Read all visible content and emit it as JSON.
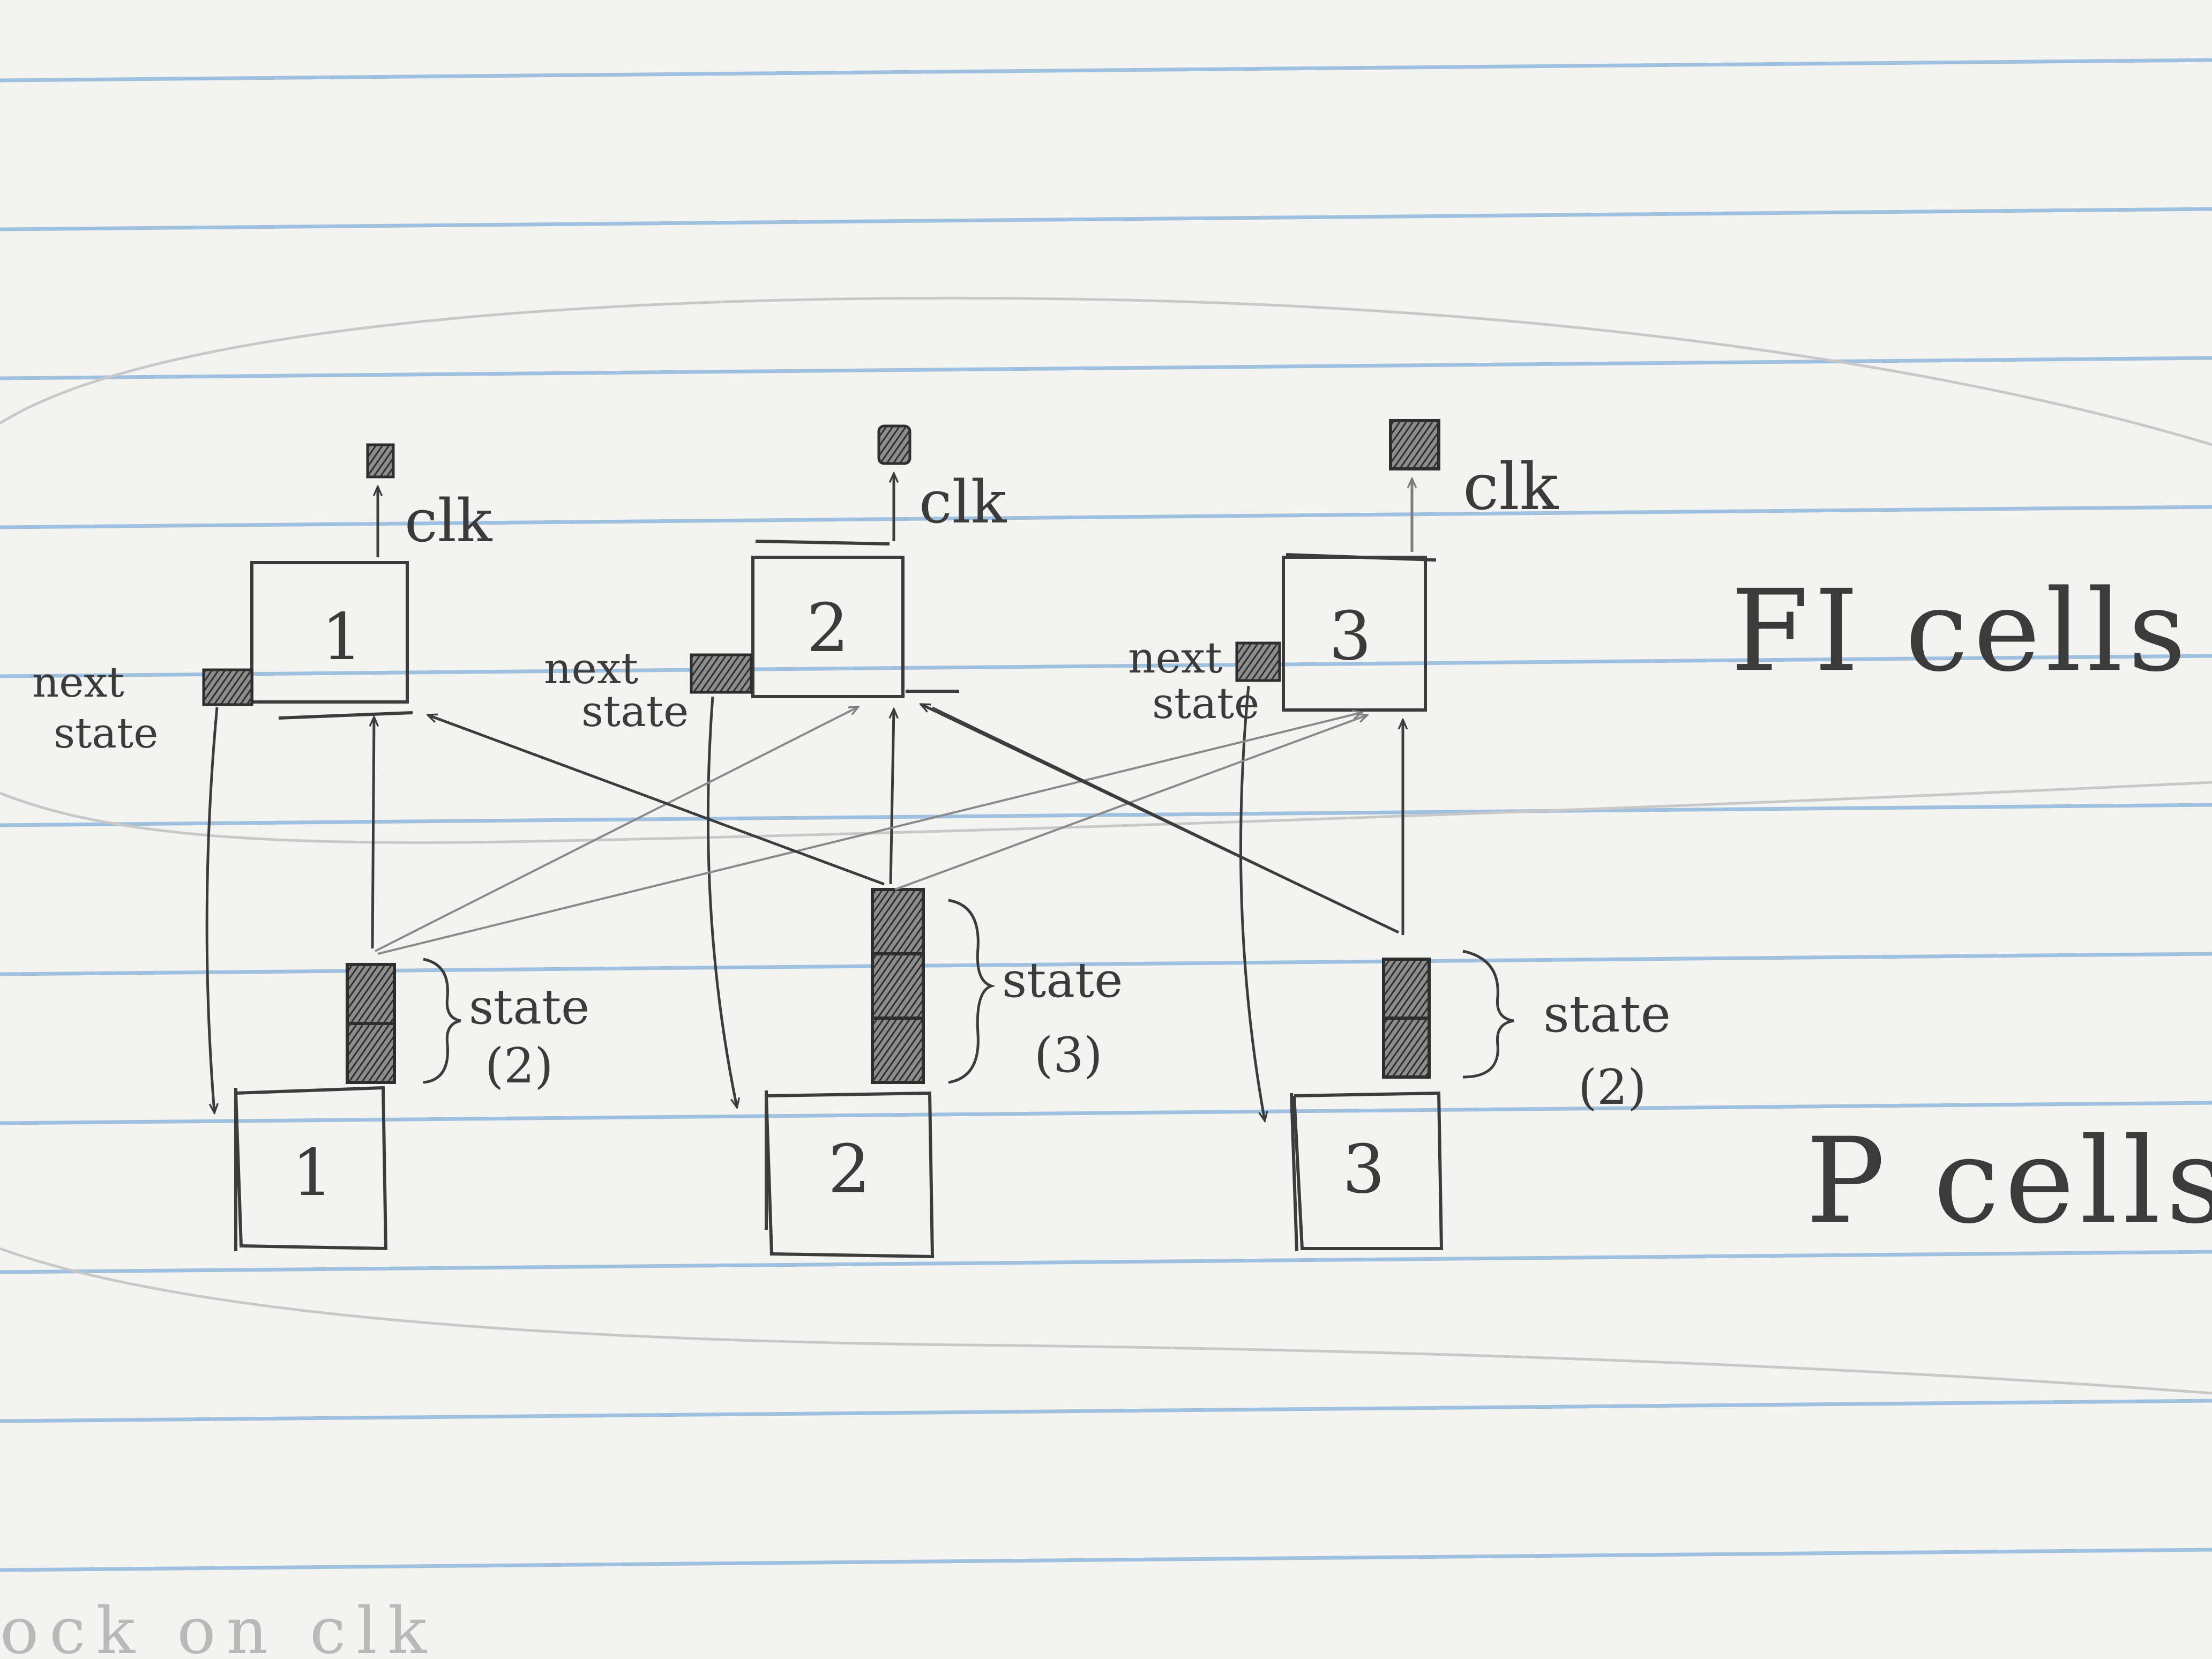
{
  "colors": {
    "paper": "#f3f4f1",
    "rule_line": "#9fc0de",
    "pencil": "#3c3c3c",
    "pencil_light": "#8a8a8a",
    "shade": "#4a4a4a"
  },
  "icons": [
    "clock-pin-icon",
    "next-state-pin-icon",
    "state-register-icon"
  ],
  "groups": {
    "fi_label": "FI cells",
    "p_label": "P cells"
  },
  "fi_cells": [
    {
      "id": "1",
      "clk_label": "clk",
      "next_state_line1": "next",
      "next_state_line2": "state"
    },
    {
      "id": "2",
      "clk_label": "clk",
      "next_state_line1": "next",
      "next_state_line2": "state"
    },
    {
      "id": "3",
      "clk_label": "clk",
      "next_state_line1": "next",
      "next_state_line2": "state"
    }
  ],
  "p_cells": [
    {
      "id": "1",
      "state_label": "state",
      "state_count": "(2)",
      "register_slots": 2
    },
    {
      "id": "2",
      "state_label": "state",
      "state_count": "(3)",
      "register_slots": 3
    },
    {
      "id": "3",
      "state_label": "state",
      "state_count": "(2)",
      "register_slots": 2
    }
  ],
  "footer_text": "ock on clk"
}
